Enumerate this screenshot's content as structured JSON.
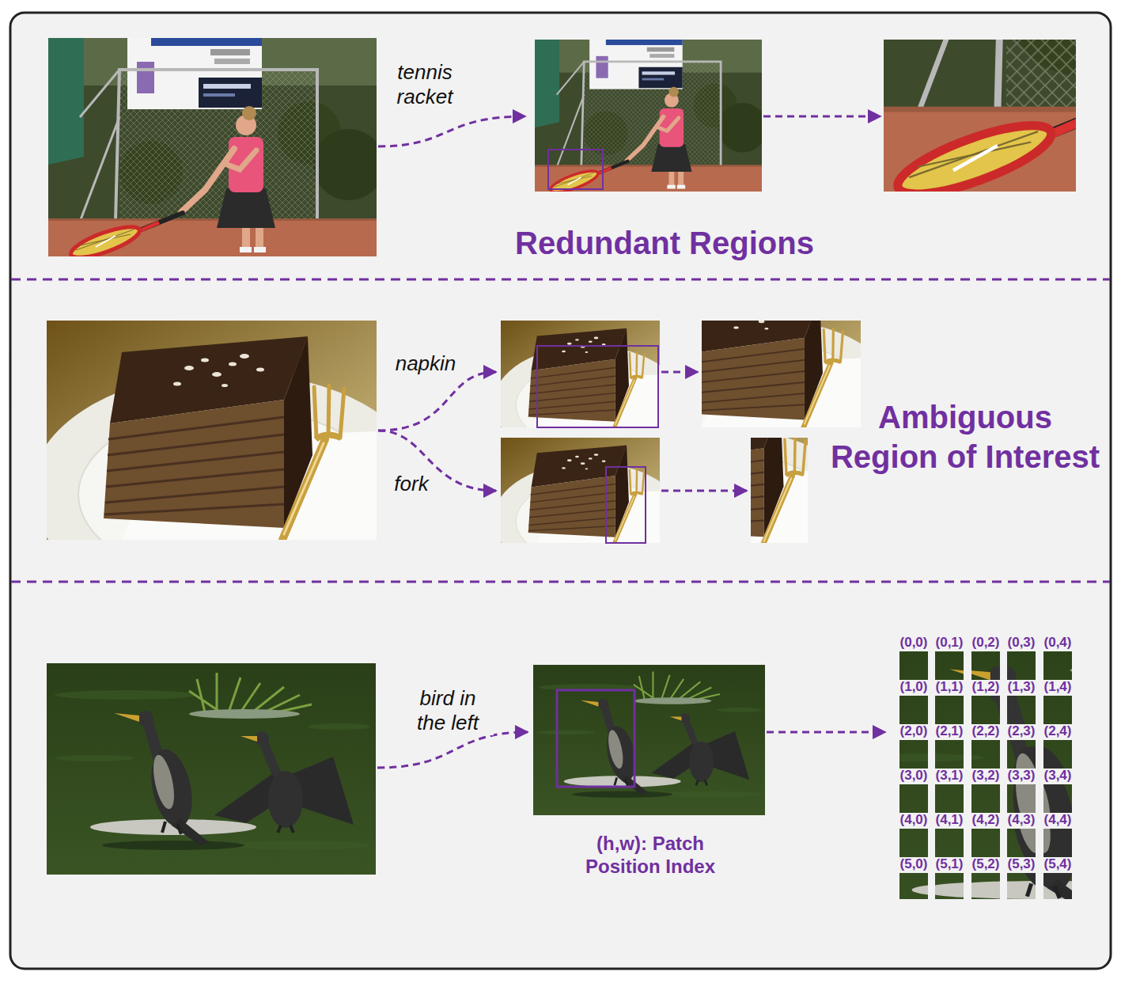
{
  "diagram": {
    "labels": [
      "tennis racket",
      "Redundant Regions",
      "napkin",
      "fork",
      "Ambiguous Region of Interest",
      "bird in the left",
      "(h,w): Patch Position Index",
      "(0,0)",
      "(0,1)",
      "(0,2)",
      "(0,3)",
      "(0,4)",
      "(1,0)",
      "(1,1)",
      "(1,2)",
      "(1,3)",
      "(1,4)",
      "(2,0)",
      "(2,1)",
      "(2,2)",
      "(2,3)",
      "(2,4)",
      "(3,0)",
      "(3,1)",
      "(3,2)",
      "(3,3)",
      "(3,4)",
      "(4,0)",
      "(4,1)",
      "(4,2)",
      "(4,3)",
      "(4,4)",
      "(5,0)",
      "(5,1)",
      "(5,2)",
      "(5,3)",
      "(5,4)"
    ]
  }
}
